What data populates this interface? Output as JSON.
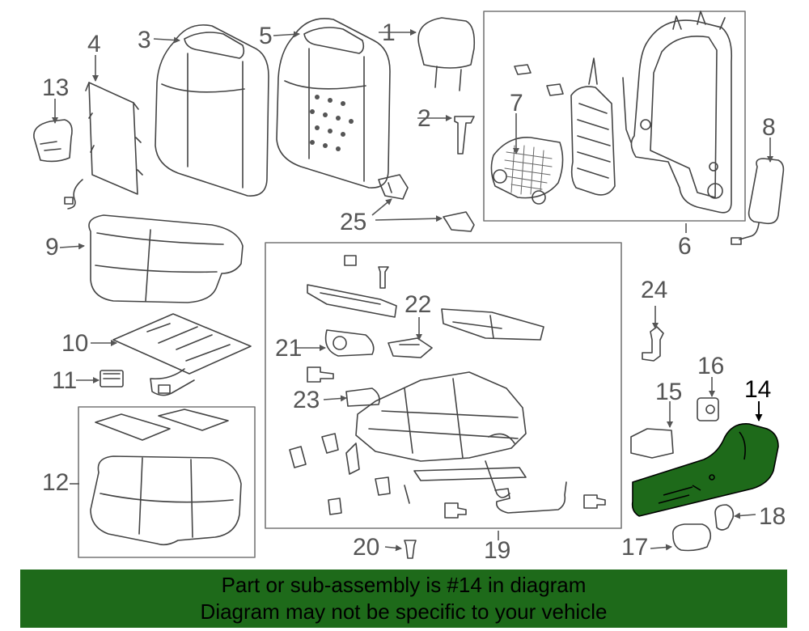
{
  "labels": {
    "p1": "1",
    "p2": "2",
    "p3": "3",
    "p4": "4",
    "p5": "5",
    "p6": "6",
    "p7": "7",
    "p8": "8",
    "p9": "9",
    "p10": "10",
    "p11": "11",
    "p12": "12",
    "p13": "13",
    "p14": "14",
    "p15": "15",
    "p16": "16",
    "p17": "17",
    "p18": "18",
    "p19": "19",
    "p20": "20",
    "p21": "21",
    "p22": "22",
    "p23": "23",
    "p24": "24",
    "p25": "25"
  },
  "highlight": {
    "part": "14",
    "color": "#1e6a1a"
  },
  "banner": {
    "line1": "Part or sub-assembly is #14 in diagram",
    "line2": "Diagram may not be specific to your vehicle",
    "color": "#1e6a1a"
  }
}
